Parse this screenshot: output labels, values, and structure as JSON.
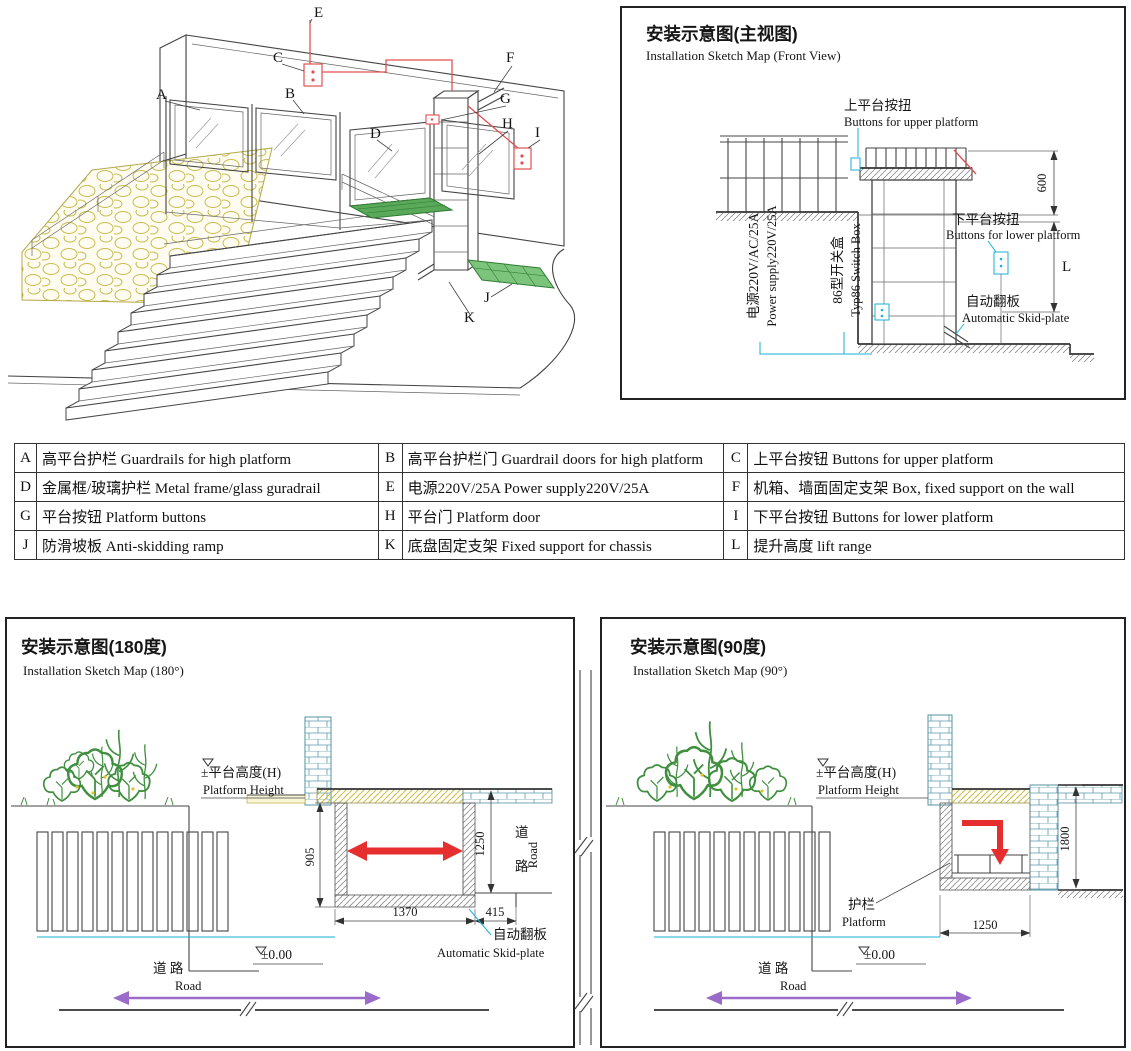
{
  "colors": {
    "line": "#3c3c3c",
    "red": "#e62e2e",
    "cyan": "#1ab2d6",
    "yellow": "#cdbd3e",
    "green": "#3f8f3f",
    "purple": "#9b6bc9"
  },
  "iso": {
    "labels": [
      "A",
      "B",
      "C",
      "D",
      "E",
      "F",
      "G",
      "H",
      "I",
      "J",
      "K"
    ]
  },
  "front_view": {
    "title": "安装示意图(主视图)",
    "subtitle": "Installation Sketch Map (Front View)",
    "upper_buttons_cn": "上平台按扭",
    "upper_buttons_en": "Buttons for upper platform",
    "lower_buttons_cn": "下平台按扭",
    "lower_buttons_en": "Buttons for lower platform",
    "power_cn": "电源220V/AC/25A",
    "power_en": "Power supply220V/25A",
    "switch_cn": "86型开关盒",
    "switch_en": "Typ86 Switch Box",
    "skid_cn": "自动翻板",
    "skid_en": "Automatic Skid-plate",
    "dim_600": "600",
    "dim_l": "L"
  },
  "parts_table": {
    "cells": [
      {
        "key": "A",
        "desc": "高平台护栏 Guardrails for high platform"
      },
      {
        "key": "B",
        "desc": "高平台护栏门 Guardrail doors for high platform"
      },
      {
        "key": "C",
        "desc": "上平台按钮 Buttons for upper platform"
      },
      {
        "key": "D",
        "desc": "金属框/玻璃护栏 Metal frame/glass guradrail"
      },
      {
        "key": "E",
        "desc": "电源220V/25A Power supply220V/25A"
      },
      {
        "key": "F",
        "desc": "机箱、墙面固定支架 Box, fixed support on the wall"
      },
      {
        "key": "G",
        "desc": "平台按钮 Platform buttons"
      },
      {
        "key": "H",
        "desc": "平台门 Platform door"
      },
      {
        "key": "I",
        "desc": "下平台按钮 Buttons for lower platform"
      },
      {
        "key": "J",
        "desc": "防滑坡板 Anti-skidding ramp"
      },
      {
        "key": "K",
        "desc": "底盘固定支架 Fixed support for chassis"
      },
      {
        "key": "L",
        "desc": "提升高度  lift range"
      }
    ]
  },
  "sketch_180": {
    "title": "安装示意图(180度)",
    "subtitle": "Installation Sketch Map (180°)",
    "platform_height_cn": "±平台高度(H)",
    "platform_height_en": "Platform Height",
    "dim_905": "905",
    "dim_1370": "1370",
    "dim_415": "415",
    "dim_1250": "1250",
    "road_side_cn_1": "道",
    "road_side_cn_2": "路",
    "road_side_en": "Road",
    "skid_cn": "自动翻板",
    "skid_en": "Automatic Skid-plate",
    "zero_level": "±0.00",
    "road_cn": "道  路",
    "road_en": "Road"
  },
  "sketch_90": {
    "title": "安装示意图(90度)",
    "subtitle": "Installation Sketch Map (90°)",
    "platform_height_cn": "±平台高度(H)",
    "platform_height_en": "Platform Height",
    "dim_1800": "1800",
    "dim_1250": "1250",
    "guardrail_cn": "护栏",
    "guardrail_en": "Platform",
    "zero_level": "±0.00",
    "road_cn": "道  路",
    "road_en": "Road"
  }
}
